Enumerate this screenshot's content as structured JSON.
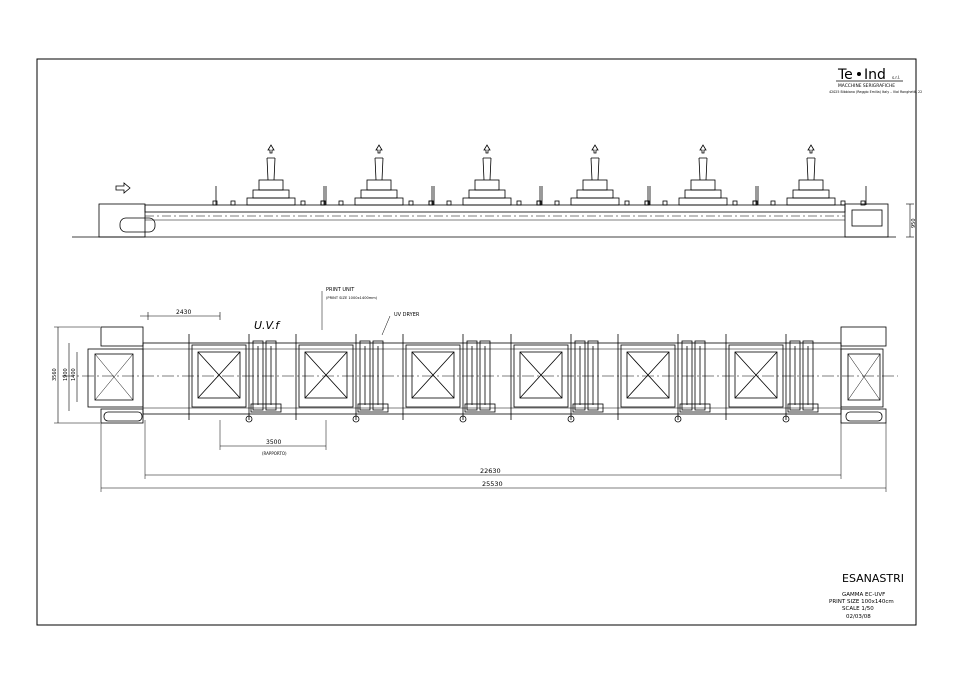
{
  "logo": {
    "brand_left": "Te",
    "brand_right": "Ind",
    "suffix": "s.r.l.",
    "tagline": "MACCHINE SERIGRAFICHE",
    "address": "42025 Bibbiano (Reggio Emilia) Italy – Vial Ronghetti, 22"
  },
  "elevation": {
    "height_dim": "950"
  },
  "plan": {
    "dim_pitch_top": "2430",
    "print_unit_label": "PRINT UNIT",
    "print_size_note": "(PRINT SIZE 1000x1400mm)",
    "uv_dryer_label": "UV DRYER",
    "uvf_label": "U.V.f",
    "dim_width_total": "3560",
    "dim_width_mid": "1900",
    "dim_width_inner": "1400",
    "dim_pitch_bottom": "3500",
    "dim_pitch_note": "(RAPPORTO)",
    "dim_length_inner": "22630",
    "dim_length_total": "25530"
  },
  "title_block": {
    "name": "ESANASTRI",
    "line1": "GAMMA EC-UVF",
    "line2": "PRINT SIZE 100x140cm",
    "line3": "SCALE 1/50",
    "line4": "02/03/08"
  },
  "colors": {
    "ink": "#000000",
    "paper": "#ffffff"
  }
}
